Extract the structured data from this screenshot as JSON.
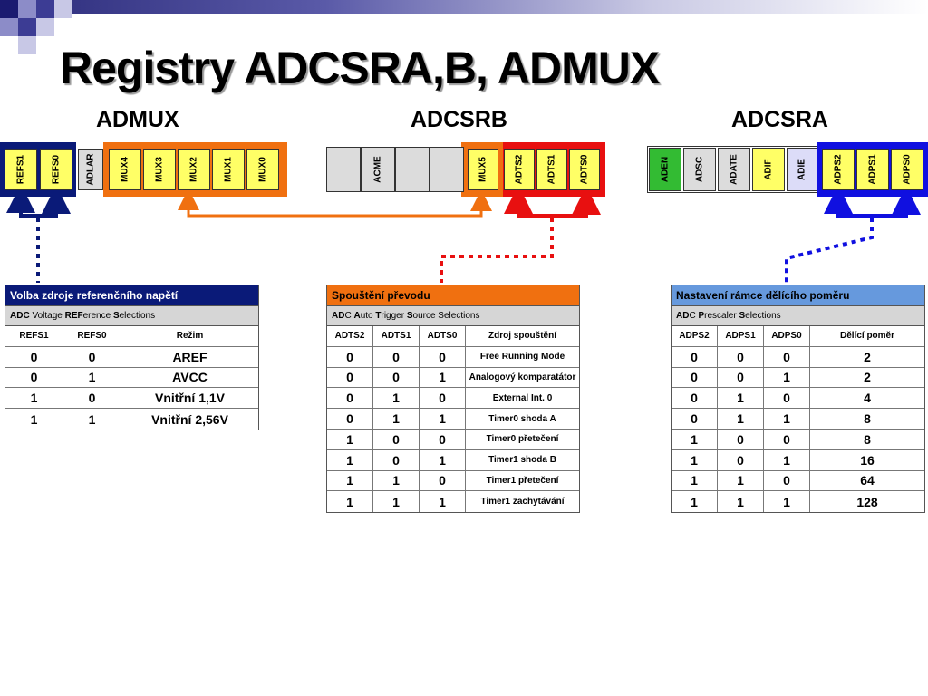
{
  "title": "Registry ADCSRA,B, ADMUX",
  "registers": [
    {
      "name": "ADMUX",
      "bits": [
        "REFS1",
        "REFS0",
        "ADLAR",
        "MUX4",
        "MUX3",
        "MUX2",
        "MUX1",
        "MUX0"
      ]
    },
    {
      "name": "ADCSRB",
      "bits": [
        "",
        "ACME",
        "",
        "",
        "MUX5",
        "ADTS2",
        "ADTS1",
        "ADTS0"
      ]
    },
    {
      "name": "ADCSRA",
      "bits": [
        "ADEN",
        "ADSC",
        "ADATE",
        "ADIF",
        "ADIE",
        "ADPS2",
        "ADPS1",
        "ADPS0"
      ]
    }
  ],
  "colors": {
    "navy": "#0a1a78",
    "orange": "#f07010",
    "red": "#e81010",
    "blue": "#1010e0",
    "yellow": "#ffff66",
    "green": "#33bb33",
    "grey": "#dcdcdc",
    "lavender": "#dcdcf8",
    "lightblue": "#6699dd"
  },
  "tables": {
    "reference": {
      "title": "Volba zdroje referenčního napětí",
      "subtitle": "ADC Voltage REFerence Selections",
      "columns": [
        "REFS1",
        "REFS0",
        "Režim"
      ],
      "rows": [
        [
          "0",
          "0",
          "AREF"
        ],
        [
          "0",
          "1",
          "AVCC"
        ],
        [
          "1",
          "0",
          "Vnitřní 1,1V"
        ],
        [
          "1",
          "1",
          "Vnitřní 2,56V"
        ]
      ]
    },
    "trigger": {
      "title": "Spouštění převodu",
      "subtitle": "ADC Auto Trigger Source Selections",
      "columns": [
        "ADTS2",
        "ADTS1",
        "ADTS0",
        "Zdroj spouštění"
      ],
      "rows": [
        [
          "0",
          "0",
          "0",
          "Free Running Mode"
        ],
        [
          "0",
          "0",
          "1",
          "Analogový komparatátor"
        ],
        [
          "0",
          "1",
          "0",
          "External Int. 0"
        ],
        [
          "0",
          "1",
          "1",
          "Timer0 shoda A"
        ],
        [
          "1",
          "0",
          "0",
          "Timer0 přetečení"
        ],
        [
          "1",
          "0",
          "1",
          "Timer1 shoda B"
        ],
        [
          "1",
          "1",
          "0",
          "Timer1 přetečení"
        ],
        [
          "1",
          "1",
          "1",
          "Timer1 zachytávání"
        ]
      ]
    },
    "prescaler": {
      "title": "Nastavení rámce dělícího poměru",
      "subtitle": "ADC Prescaler Selections",
      "columns": [
        "ADPS2",
        "ADPS1",
        "ADPS0",
        "Dělící poměr"
      ],
      "rows": [
        [
          "0",
          "0",
          "0",
          "2"
        ],
        [
          "0",
          "0",
          "1",
          "2"
        ],
        [
          "0",
          "1",
          "0",
          "4"
        ],
        [
          "0",
          "1",
          "1",
          "8"
        ],
        [
          "1",
          "0",
          "0",
          "8"
        ],
        [
          "1",
          "0",
          "1",
          "16"
        ],
        [
          "1",
          "1",
          "0",
          "64"
        ],
        [
          "1",
          "1",
          "1",
          "128"
        ]
      ]
    }
  }
}
